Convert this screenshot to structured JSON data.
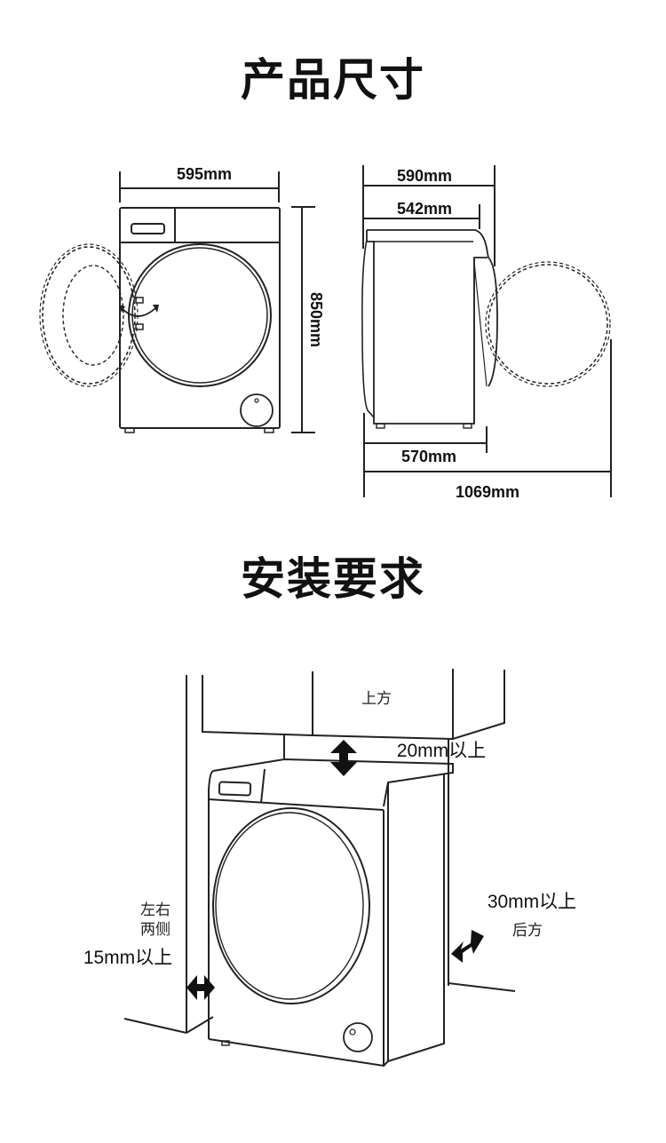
{
  "sections": {
    "dimensions": {
      "title": "产品尺寸",
      "front_view": {
        "width_label": "595mm",
        "height_label": "850mm"
      },
      "side_view": {
        "depth_total_label": "590mm",
        "depth_body_top_label": "542mm",
        "depth_base_label": "570mm",
        "depth_door_open_label": "1069mm"
      }
    },
    "installation": {
      "title": "安装要求",
      "top_area_label": "上方",
      "top_clearance_label": "20mm以上",
      "side_label_line1": "左右",
      "side_label_line2": "两侧",
      "side_clearance_label": "15mm以上",
      "rear_clearance_label": "30mm以上",
      "rear_label": "后方"
    }
  }
}
